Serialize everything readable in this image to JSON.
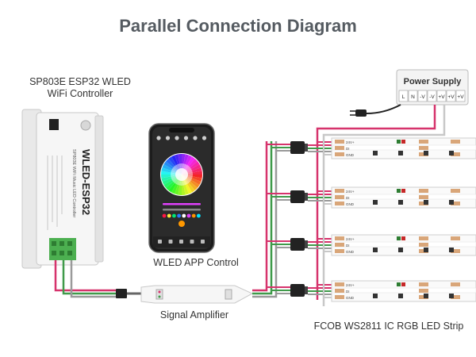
{
  "title": "Parallel Connection Diagram",
  "controller": {
    "caption_line1": "SP803E ESP32 WLED",
    "caption_line2": "WiFi Controller",
    "model_main": "WLED-ESP32",
    "model_sub": "SP803E  WiFi Music LED Controller"
  },
  "app": {
    "caption": "WLED APP Control"
  },
  "amplifier": {
    "caption": "Signal Amplifier"
  },
  "power_supply": {
    "title": "Power Supply",
    "terminals": [
      "L",
      "N",
      "-V",
      "-V",
      "+V",
      "+V",
      "+V"
    ]
  },
  "strips": {
    "caption": "FCOB WS2811 IC RGB LED Strip",
    "count": 4,
    "pad_labels": [
      "24V+",
      "DI",
      "GND"
    ]
  },
  "colors": {
    "wire_red": "#d6336c",
    "wire_green": "#3f9a4a",
    "wire_gray": "#9a9a9a",
    "terminal_green": "#4caf50",
    "strip_pad": "#d9a679"
  }
}
